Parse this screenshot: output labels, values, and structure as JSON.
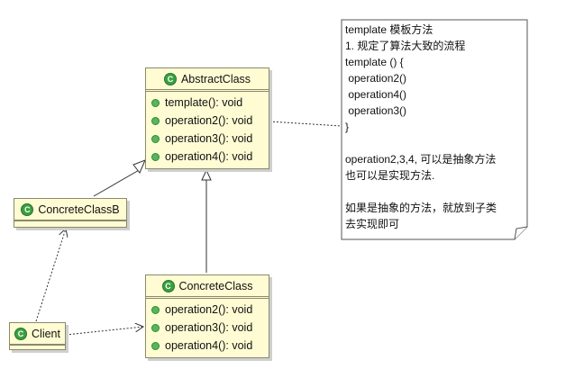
{
  "classes": {
    "abstract_class": {
      "name": "AbstractClass",
      "methods": [
        "template(): void",
        "operation2(): void",
        "operation3(): void",
        "operation4(): void"
      ]
    },
    "concrete_class_b": {
      "name": "ConcreteClassB"
    },
    "concrete_class": {
      "name": "ConcreteClass",
      "methods": [
        "operation2(): void",
        "operation3(): void",
        "operation4(): void"
      ]
    },
    "client": {
      "name": "Client"
    }
  },
  "class_icon_glyph": "C",
  "note": {
    "lines": [
      "template 模板方法",
      "1. 规定了算法大致的流程",
      "template () {",
      " operation2()",
      " operation4()",
      " operation3()",
      "}",
      "",
      "operation2,3,4, 可以是抽象方法",
      "也可以是实现方法.",
      "",
      "如果是抽象的方法，就放到子类",
      "去实现即可"
    ]
  },
  "colors": {
    "class_fill": "#fffcd4",
    "class_border": "#8a8a6a",
    "icon_green": "#3aa041"
  }
}
